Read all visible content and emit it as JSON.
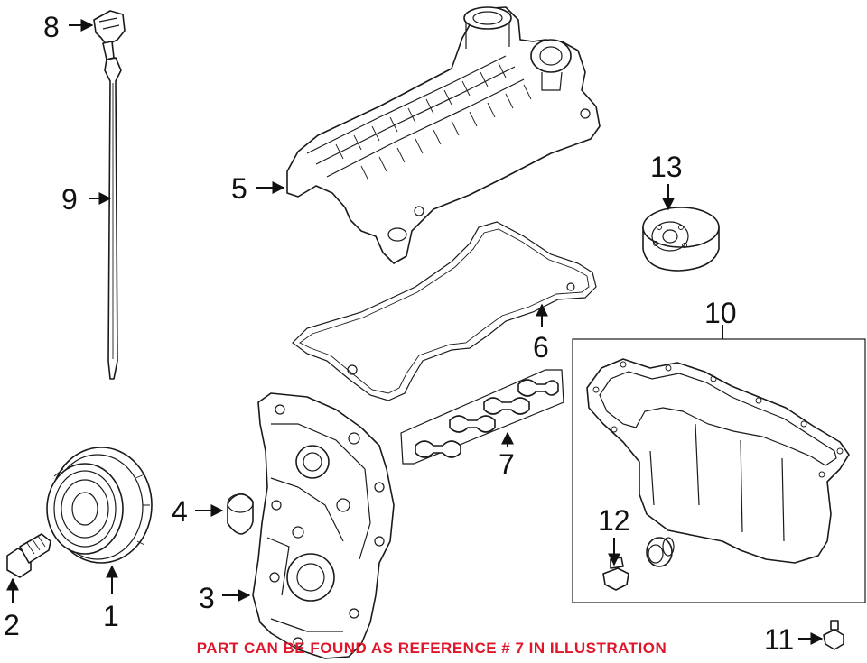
{
  "callouts": {
    "c1": "1",
    "c2": "2",
    "c3": "3",
    "c4": "4",
    "c5": "5",
    "c6": "6",
    "c7": "7",
    "c8": "8",
    "c9": "9",
    "c10": "10",
    "c11": "11",
    "c12": "12",
    "c13": "13"
  },
  "note": {
    "text": "PART CAN BE FOUND AS REFERENCE # 7 IN ILLUSTRATION",
    "color": "#e0162b"
  }
}
